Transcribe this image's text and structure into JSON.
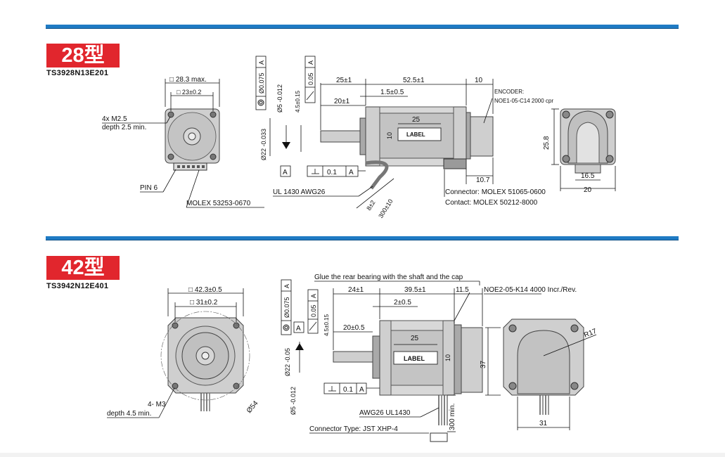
{
  "motor28": {
    "badge": "28型",
    "model": "TS3928N13E201",
    "front": {
      "square": "□ 28.3 max.",
      "pitch": "□ 23±0.2",
      "holes_1": "4x M2.5",
      "holes_2": "depth 2.5 min.",
      "pin": "PIN 6",
      "connector": "MOLEX 53253-0670"
    },
    "side": {
      "runout": "Ø0.075",
      "runout_ref": "A",
      "shaft_dia": "Ø5 -0.012",
      "shaft_len": "4.5±0.15",
      "perp": "0.05",
      "perp_ref": "A",
      "pilot": "Ø22 -0.033",
      "d25": "25±1",
      "d20": "20±1",
      "d525": "52.5±1",
      "d15": "1.5±0.5",
      "d10": "10",
      "label_w": "25",
      "label_h": "10",
      "label": "LABEL",
      "datum": "A",
      "flat": "0.1",
      "flat_ref": "A",
      "cable": "UL 1430 AWG26",
      "strip": "8±2",
      "lead": "300±10",
      "d107": "10.7",
      "encoder_1": "ENCODER:",
      "encoder_2": "NOE1-05-C14 2000 cpr",
      "conn_1": "Connector: MOLEX 51065-0600",
      "conn_2": "Contact: MOLEX 50212-8000"
    },
    "rear": {
      "h": "25.8",
      "w1": "16.5",
      "w2": "20"
    }
  },
  "motor42": {
    "badge": "42型",
    "model": "TS3942N12E401",
    "front": {
      "square": "□ 42.3±0.5",
      "pitch": "□ 31±0.2",
      "holes_1": "4- M3",
      "holes_2": "depth 4.5 min.",
      "bcd": "Ø54"
    },
    "side": {
      "glue": "Glue the rear bearing with the shaft and the cap",
      "runout": "Ø0.075",
      "runout_ref": "A",
      "perp": "0.05",
      "perp_ref": "A",
      "shaft_len": "4.5±0.15",
      "d24": "24±1",
      "d395": "39.5±1",
      "d115": "11.5",
      "d2": "2±0.5",
      "d20": "20±0.5",
      "label_w": "25",
      "label_h": "10",
      "label": "LABEL",
      "pilot": "Ø22 -0.05",
      "shaft_dia": "Ø5 -0.012",
      "flat": "0.1",
      "flat_ref": "A",
      "datum": "A",
      "cable": "AWG26 UL1430",
      "lead": "300 min.",
      "conn": "Connector Type: JST XHP-4"
    },
    "rear": {
      "encoder": "NOE2-05-K14 4000 Incr./Rev.",
      "radius": "R17",
      "h": "37",
      "w": "31"
    }
  }
}
